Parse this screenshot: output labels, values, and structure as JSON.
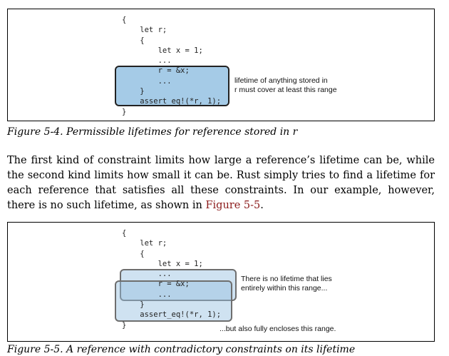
{
  "figure1": {
    "code_lines": [
      "{",
      "    let r;",
      "    {",
      "        let x = 1;",
      "        ...",
      "        r = &x;",
      "        ...",
      "    }",
      "    assert_eq!(*r, 1);",
      "}"
    ],
    "annotation_line1": "lifetime of anything stored in",
    "annotation_line2": "r must cover at least this range",
    "caption": "Figure 5-4. Permissible lifetimes for reference stored in r"
  },
  "paragraph": {
    "text_before": "The first kind of constraint limits how large a reference’s lifetime can be, while the second kind limits how small it can be. Rust simply tries to find a lifetime for each reference that satisfies all these constraints. In our example, however, there is no such lifetime, as shown in ",
    "link": "Figure 5-5",
    "text_after": "."
  },
  "figure2": {
    "code_lines": [
      "{",
      "    let r;",
      "    {",
      "        let x = 1;",
      "        ...",
      "        r = &x;",
      "        ...",
      "    }",
      "    assert_eq!(*r, 1);",
      "}"
    ],
    "annotation_a_line1": "There is no lifetime that lies",
    "annotation_a_line2": "entirely within this range...",
    "annotation_b": "...but also fully encloses this range.",
    "caption": "Figure 5-5. A reference with contradictory constraints on its lifetime"
  },
  "colors": {
    "highlight_blue": "#5ba0d3",
    "highlight_light_blue": "#94bedf",
    "link_red": "#8b1a1a"
  }
}
